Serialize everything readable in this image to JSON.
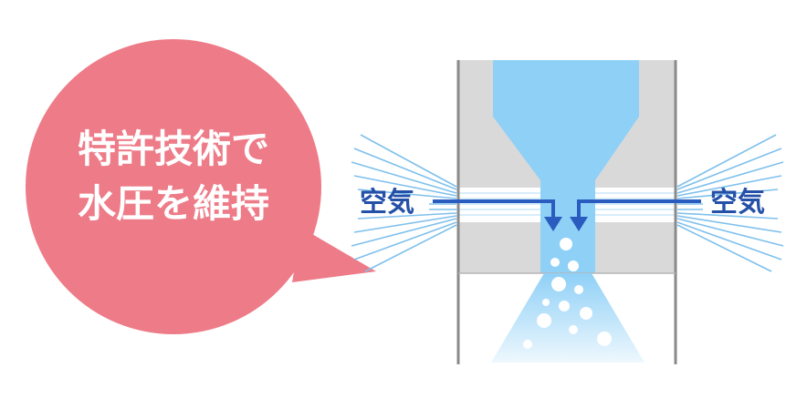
{
  "bubble": {
    "line1": "特許技術で",
    "line2": "水圧を維持",
    "color": "#ee7b88"
  },
  "air_left": {
    "label": "空気"
  },
  "air_right": {
    "label": "空気"
  },
  "colors": {
    "nozzle_body": "#d9d9d9",
    "nozzle_outline": "#8a8a8a",
    "water": "#8fd0f7",
    "arrow": "#2a5bbf",
    "air_lines": "#7fc0ec",
    "text_blue": "#2450a8"
  }
}
